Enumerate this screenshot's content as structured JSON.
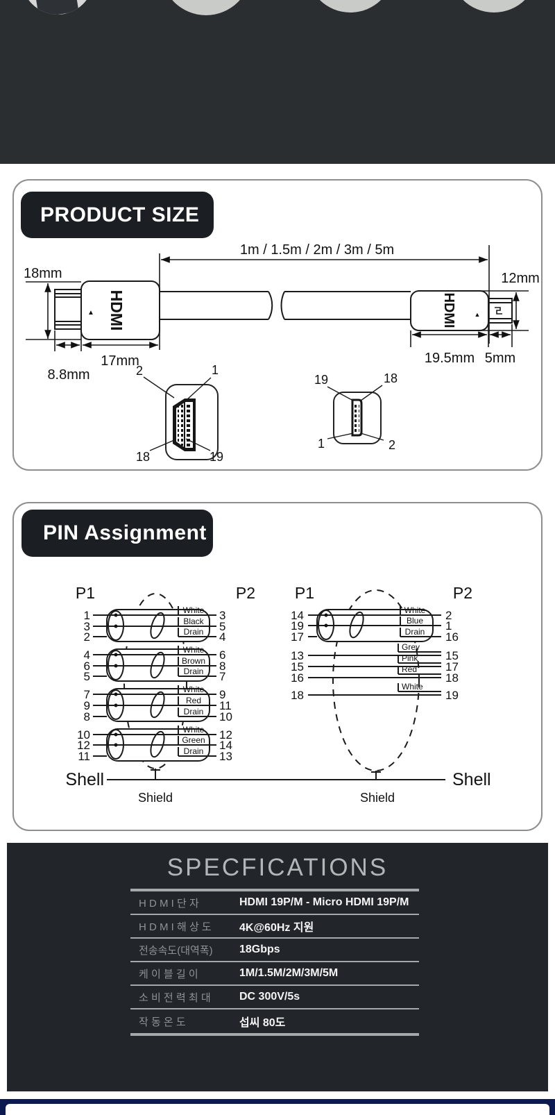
{
  "colors": {
    "top_band": "#2b2e31",
    "badge": "#1b1f23",
    "spec_bg": "#22262b",
    "accent_navy": "#0d1a4f"
  },
  "product_size": {
    "badge": "PRODUCT SIZE",
    "cable_length_label": "1m / 1.5m / 2m / 3m / 5m",
    "hdmi_connector": {
      "label": "HDMI",
      "height": "18mm",
      "plug_depth": "8.8mm",
      "body_length": "17mm"
    },
    "micro_connector": {
      "label": "HDMI",
      "height": "12mm",
      "body_length": "19.5mm",
      "plug_depth": "5mm"
    },
    "hdmi_front": {
      "top_left": "2",
      "top_right": "1",
      "bottom_left": "18",
      "bottom_right": "19"
    },
    "micro_front": {
      "top_left": "19",
      "top_right": "18",
      "bottom_left": "1",
      "bottom_right": "2"
    }
  },
  "pin_assignment": {
    "badge": "PIN Assignment",
    "left": {
      "p1": "P1",
      "p2": "P2",
      "shell": "Shell",
      "shield": "Shield",
      "groups": [
        {
          "wires": [
            {
              "p1": "1",
              "color": "White",
              "p2": "3"
            },
            {
              "p1": "3",
              "color": "Black",
              "p2": "5"
            },
            {
              "p1": "2",
              "color": "Drain",
              "p2": "4"
            }
          ]
        },
        {
          "wires": [
            {
              "p1": "4",
              "color": "White",
              "p2": "6"
            },
            {
              "p1": "6",
              "color": "Brown",
              "p2": "8"
            },
            {
              "p1": "5",
              "color": "Drain",
              "p2": "7"
            }
          ]
        },
        {
          "wires": [
            {
              "p1": "7",
              "color": "White",
              "p2": "9"
            },
            {
              "p1": "9",
              "color": "Red",
              "p2": "11"
            },
            {
              "p1": "8",
              "color": "Drain",
              "p2": "10"
            }
          ]
        },
        {
          "wires": [
            {
              "p1": "10",
              "color": "White",
              "p2": "12"
            },
            {
              "p1": "12",
              "color": "Green",
              "p2": "14"
            },
            {
              "p1": "11",
              "color": "Drain",
              "p2": "13"
            }
          ]
        }
      ]
    },
    "right": {
      "p1": "P1",
      "p2": "P2",
      "shell": "Shell",
      "shield": "Shield",
      "group": {
        "wires": [
          {
            "p1": "14",
            "color": "White",
            "p2": "2"
          },
          {
            "p1": "19",
            "color": "Blue",
            "p2": "1"
          },
          {
            "p1": "17",
            "color": "Drain",
            "p2": "16"
          }
        ]
      },
      "singles": [
        {
          "p1": "13",
          "color": "Grey",
          "p2": "15"
        },
        {
          "p1": "15",
          "color": "Pink",
          "p2": "17"
        },
        {
          "p1": "16",
          "color": "Red",
          "p2": "18"
        },
        {
          "p1": "18",
          "color": "White",
          "p2": "19"
        }
      ]
    }
  },
  "specifications": {
    "title": "SPECFICATIONS",
    "rows": [
      {
        "label": "H D M I 단 자",
        "value": "HDMI 19P/M - Micro HDMI 19P/M"
      },
      {
        "label": "H D M I 해 상 도",
        "value": "4K@60Hz 지원"
      },
      {
        "label": "전송속도(대역폭)",
        "value": "18Gbps"
      },
      {
        "label": "케 이 블 길 이",
        "value": "1M/1.5M/2M/3M/5M"
      },
      {
        "label": "소 비 전 력 최 대",
        "value": "DC 300V/5s"
      },
      {
        "label": "작 동 온 도",
        "value": "섭씨 80도"
      }
    ]
  }
}
